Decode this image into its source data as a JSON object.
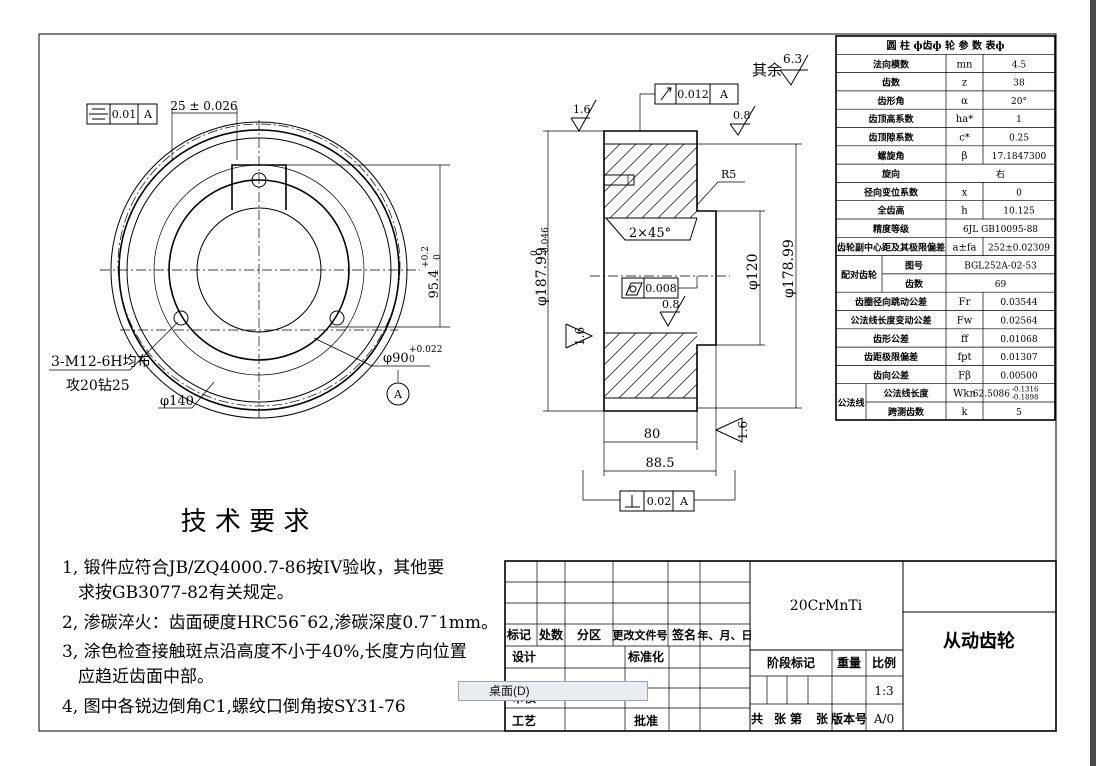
{
  "tech_req": {
    "title": "技 术 要 求",
    "line1": "1, 锻件应符合JB/ZQ4000.7-86按IV验收，其他要",
    "line1b": "求按GB3077-82有关规定。",
    "line2": "2, 渗碳淬火：齿面硬度HRC56¯62,渗碳深度0.7¯1mm。",
    "line3": "3, 涂色检查接触斑点沿高度不小于40%,长度方向位置",
    "line3b": "应趋近齿面中部。",
    "line4": "4, 图中各锐边倒角C1,螺纹口倒角按SY31-76"
  },
  "front_view": {
    "sym_val": "0.01",
    "sym_datum": "A",
    "keyway": "25 ± 0.026",
    "depth": "95.4",
    "depth_tol_up": "+0.2",
    "depth_tol_low": "0",
    "hole_note_1": "3-M12-6H均布",
    "hole_note_2": "攻20钻25",
    "bore_dim": "φ90",
    "bore_tol_up": "+0.022",
    "bore_tol_low": "0",
    "datum": "A",
    "od_dim": "φ140"
  },
  "section_view": {
    "runout_val": "0.012",
    "runout_datum": "A",
    "rough_other_label": "其余",
    "rough_other": "6.3",
    "rough_top_left": "1.6",
    "rough_top_right": "0.8",
    "radius": "R5",
    "chamfer": "2×45°",
    "flat_val": "0.008",
    "rough_bore": "0.8",
    "rough_side": "1.6",
    "rough_side_right": "1.6",
    "dia_left": "φ187.99",
    "dia_left_tol_up": "0",
    "dia_left_tol_low": "-0.046",
    "dia_inner": "φ120",
    "dia_right": "φ178.99",
    "width_80": "80",
    "width_885": "88.5",
    "perp_val": "0.02",
    "perp_datum": "A"
  },
  "param_table": {
    "title": "圆 柱 ф齿ф 轮 参 数 表ф",
    "rows": [
      [
        "法向模数",
        "mn",
        "4.5"
      ],
      [
        "齿数",
        "z",
        "38"
      ],
      [
        "齿形角",
        "α",
        "20°"
      ],
      [
        "齿顶高系数",
        "ha*",
        "1"
      ],
      [
        "齿顶隙系数",
        "c*",
        "0.25"
      ],
      [
        "螺旋角",
        "β",
        "17.1847300"
      ],
      [
        "旋向",
        "",
        "右"
      ],
      [
        "径向变位系数",
        "x",
        "0"
      ],
      [
        "全齿高",
        "h",
        "10.125"
      ],
      [
        "精度等级",
        "",
        "6JL GB10095-88"
      ],
      [
        "齿轮副中心距及其极限偏差",
        "a±fa",
        "252±0.02309"
      ]
    ],
    "mating_label": "配对齿轮",
    "mating_rows": [
      [
        "图号",
        "BGL252A-02-53"
      ],
      [
        "齿数",
        "69"
      ]
    ],
    "tol_rows": [
      [
        "齿圈径向跳动公差",
        "Fr",
        "0.03544"
      ],
      [
        "公法线长度变动公差",
        "Fw",
        "0.02564"
      ],
      [
        "齿形公差",
        "ff",
        "0.01068"
      ],
      [
        "齿距极限偏差",
        "fpt",
        "0.01307"
      ],
      [
        "齿向公差",
        "Fβ",
        "0.00500"
      ]
    ],
    "gongfa_label": "公法线",
    "gongfa_rows": [
      [
        "公法线长度",
        "Wkn",
        "62.5086",
        "-0.1316",
        "-0.1898"
      ],
      [
        "跨测齿数",
        "k",
        "5"
      ]
    ]
  },
  "title_block": {
    "material": "20CrMnTi",
    "part_name": "从动齿轮",
    "h_biaoji": "标记",
    "h_chushu": "处数",
    "h_fenqu": "分区",
    "h_genggai": "更改文件号",
    "h_qianming": "签名",
    "h_date": "年、月、日",
    "sheji": "设计",
    "biaozhunhua": "标准化",
    "jieduan": "阶段标记",
    "zhongliang": "重量",
    "bili": "比例",
    "scale": "1:3",
    "shenhe": "审核",
    "gongyi": "工艺",
    "pizhun": "批准",
    "gong": "共",
    "zhang1": "张",
    "di": "第",
    "zhang2": "张",
    "banben": "版本号",
    "version": "A/0"
  },
  "context_menu": {
    "item": "桌面(D)"
  }
}
